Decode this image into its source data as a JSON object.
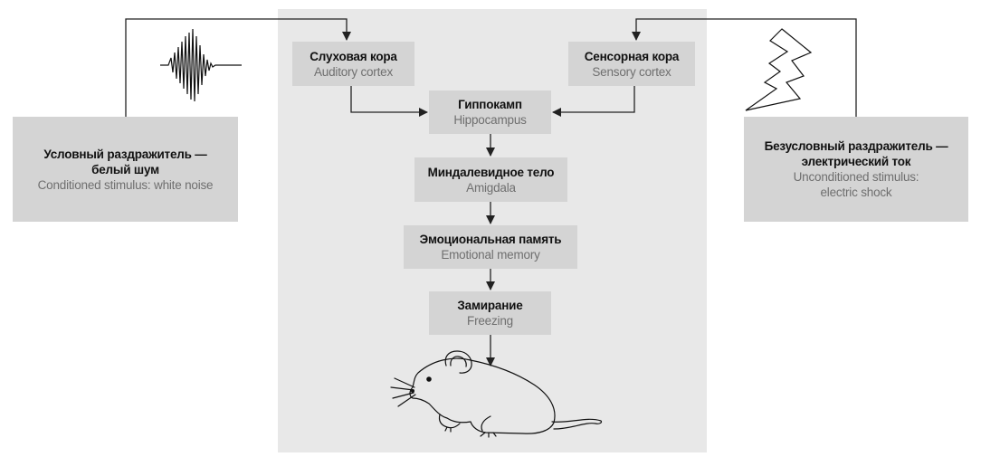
{
  "nodes": {
    "auditory": {
      "ru": "Слуховая кора",
      "en": "Auditory cortex"
    },
    "sensory": {
      "ru": "Сенсорная кора",
      "en": "Sensory cortex"
    },
    "hippocampus": {
      "ru": "Гиппокамп",
      "en": "Hippocampus"
    },
    "amygdala": {
      "ru": "Миндалевидное тело",
      "en": "Amigdala"
    },
    "memory": {
      "ru": "Эмоциональная память",
      "en": "Emotional memory"
    },
    "freezing": {
      "ru": "Замирание",
      "en": "Freezing"
    },
    "cs": {
      "ru1": "Условный раздражитель —",
      "ru2": "белый шум",
      "en1": "Conditioned stimulus: white noise"
    },
    "us": {
      "ru1": "Безусловный раздражитель —",
      "ru2": "электрический ток",
      "en1": "Unconditioned stimulus:",
      "en2": "electric shock"
    }
  },
  "icons": [
    "white-noise-waveform-icon",
    "lightning-bolt-icon",
    "mouse-icon"
  ],
  "colors": {
    "panel": "#e8e8e8",
    "box": "#d4d4d4",
    "english_text": "#6f6f6f",
    "lines": "#222222"
  }
}
